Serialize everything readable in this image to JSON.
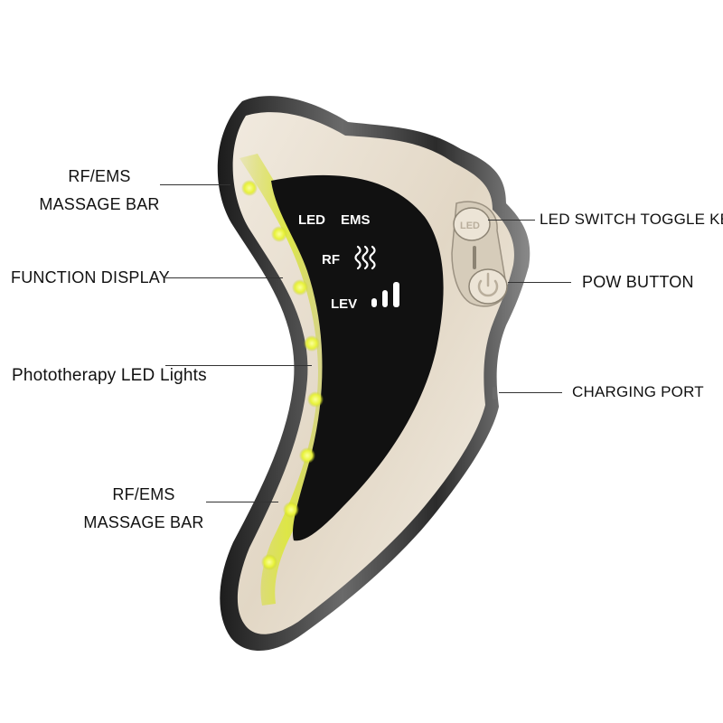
{
  "colors": {
    "led_glow": "#e8f23a",
    "body": "#e6dccb",
    "chrome": "#3a3a3a",
    "display": "#111111",
    "display_text": "#ffffff"
  },
  "display": {
    "row1_left": "LED",
    "row1_right": "EMS",
    "row2_label": "RF",
    "row2_icon": "heat-waves-icon",
    "row3_label": "LEV",
    "row3_icon": "signal-bars-icon"
  },
  "button_led_text": "LED",
  "callouts": {
    "rf_ems_top_line1": "RF/EMS",
    "rf_ems_top_line2": "MASSAGE BAR",
    "function_display": "FUNCTION DISPLAY",
    "phototherapy": "Phototherapy LED Lights",
    "rf_ems_bottom_line1": "RF/EMS",
    "rf_ems_bottom_line2": "MASSAGE BAR",
    "led_switch": "LED SWITCH TOGGLE KEY",
    "pow_button": "POW BUTTON",
    "charging_port": "CHARGING PORT"
  }
}
